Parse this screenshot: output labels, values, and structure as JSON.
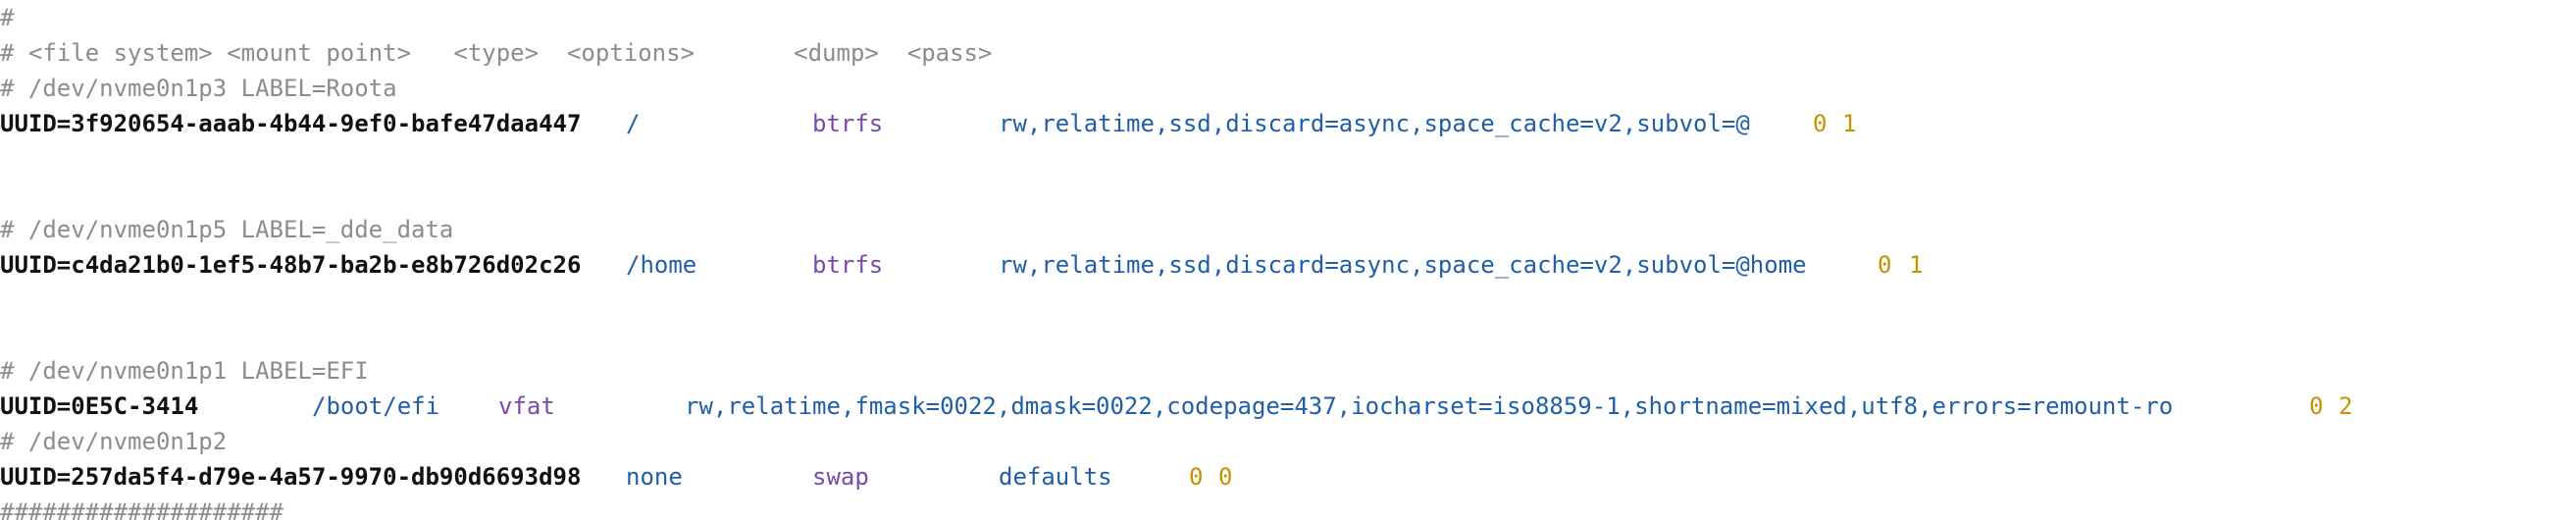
{
  "file": {
    "l1": "#",
    "l2": "# <file system> <mount point>   <type>  <options>       <dump>  <pass>",
    "c_root": "# /dev/nvme0n1p3 LABEL=Roota",
    "c_home": "# /dev/nvme0n1p5 LABEL=_dde_data",
    "c_efi": "# /dev/nvme0n1p1 LABEL=EFI",
    "c_swap": "# /dev/nvme0n1p2",
    "tail": "####################"
  },
  "entries": {
    "root": {
      "uuid": "UUID=3f920654-aaab-4b44-9ef0-bafe47daa447",
      "mount": "/",
      "type": "btrfs",
      "options": "rw,relatime,ssd,discard=async,space_cache=v2,subvol=@",
      "dump": "0",
      "pass": "1"
    },
    "home": {
      "uuid": "UUID=c4da21b0-1ef5-48b7-ba2b-e8b726d02c26",
      "mount": "/home",
      "type": "btrfs",
      "options": "rw,relatime,ssd,discard=async,space_cache=v2,subvol=@home",
      "dump": "0",
      "pass": "1"
    },
    "efi": {
      "uuid": "UUID=0E5C-3414",
      "mount": "/boot/efi",
      "type": "vfat",
      "options": "rw,relatime,fmask=0022,dmask=0022,codepage=437,iocharset=iso8859-1,shortname=mixed,utf8,errors=remount-ro",
      "dump": "0",
      "pass": "2"
    },
    "swap": {
      "uuid": "UUID=257da5f4-d79e-4a57-9970-db90d6693d98",
      "mount": "none",
      "type": "swap",
      "options": "defaults",
      "dump": "0",
      "pass": "0"
    }
  },
  "colors": {
    "comment": "#8c8c8c",
    "uuid": "#111111",
    "path": "#1f5fa8",
    "type": "#7a4aa8",
    "number": "#c69300"
  }
}
